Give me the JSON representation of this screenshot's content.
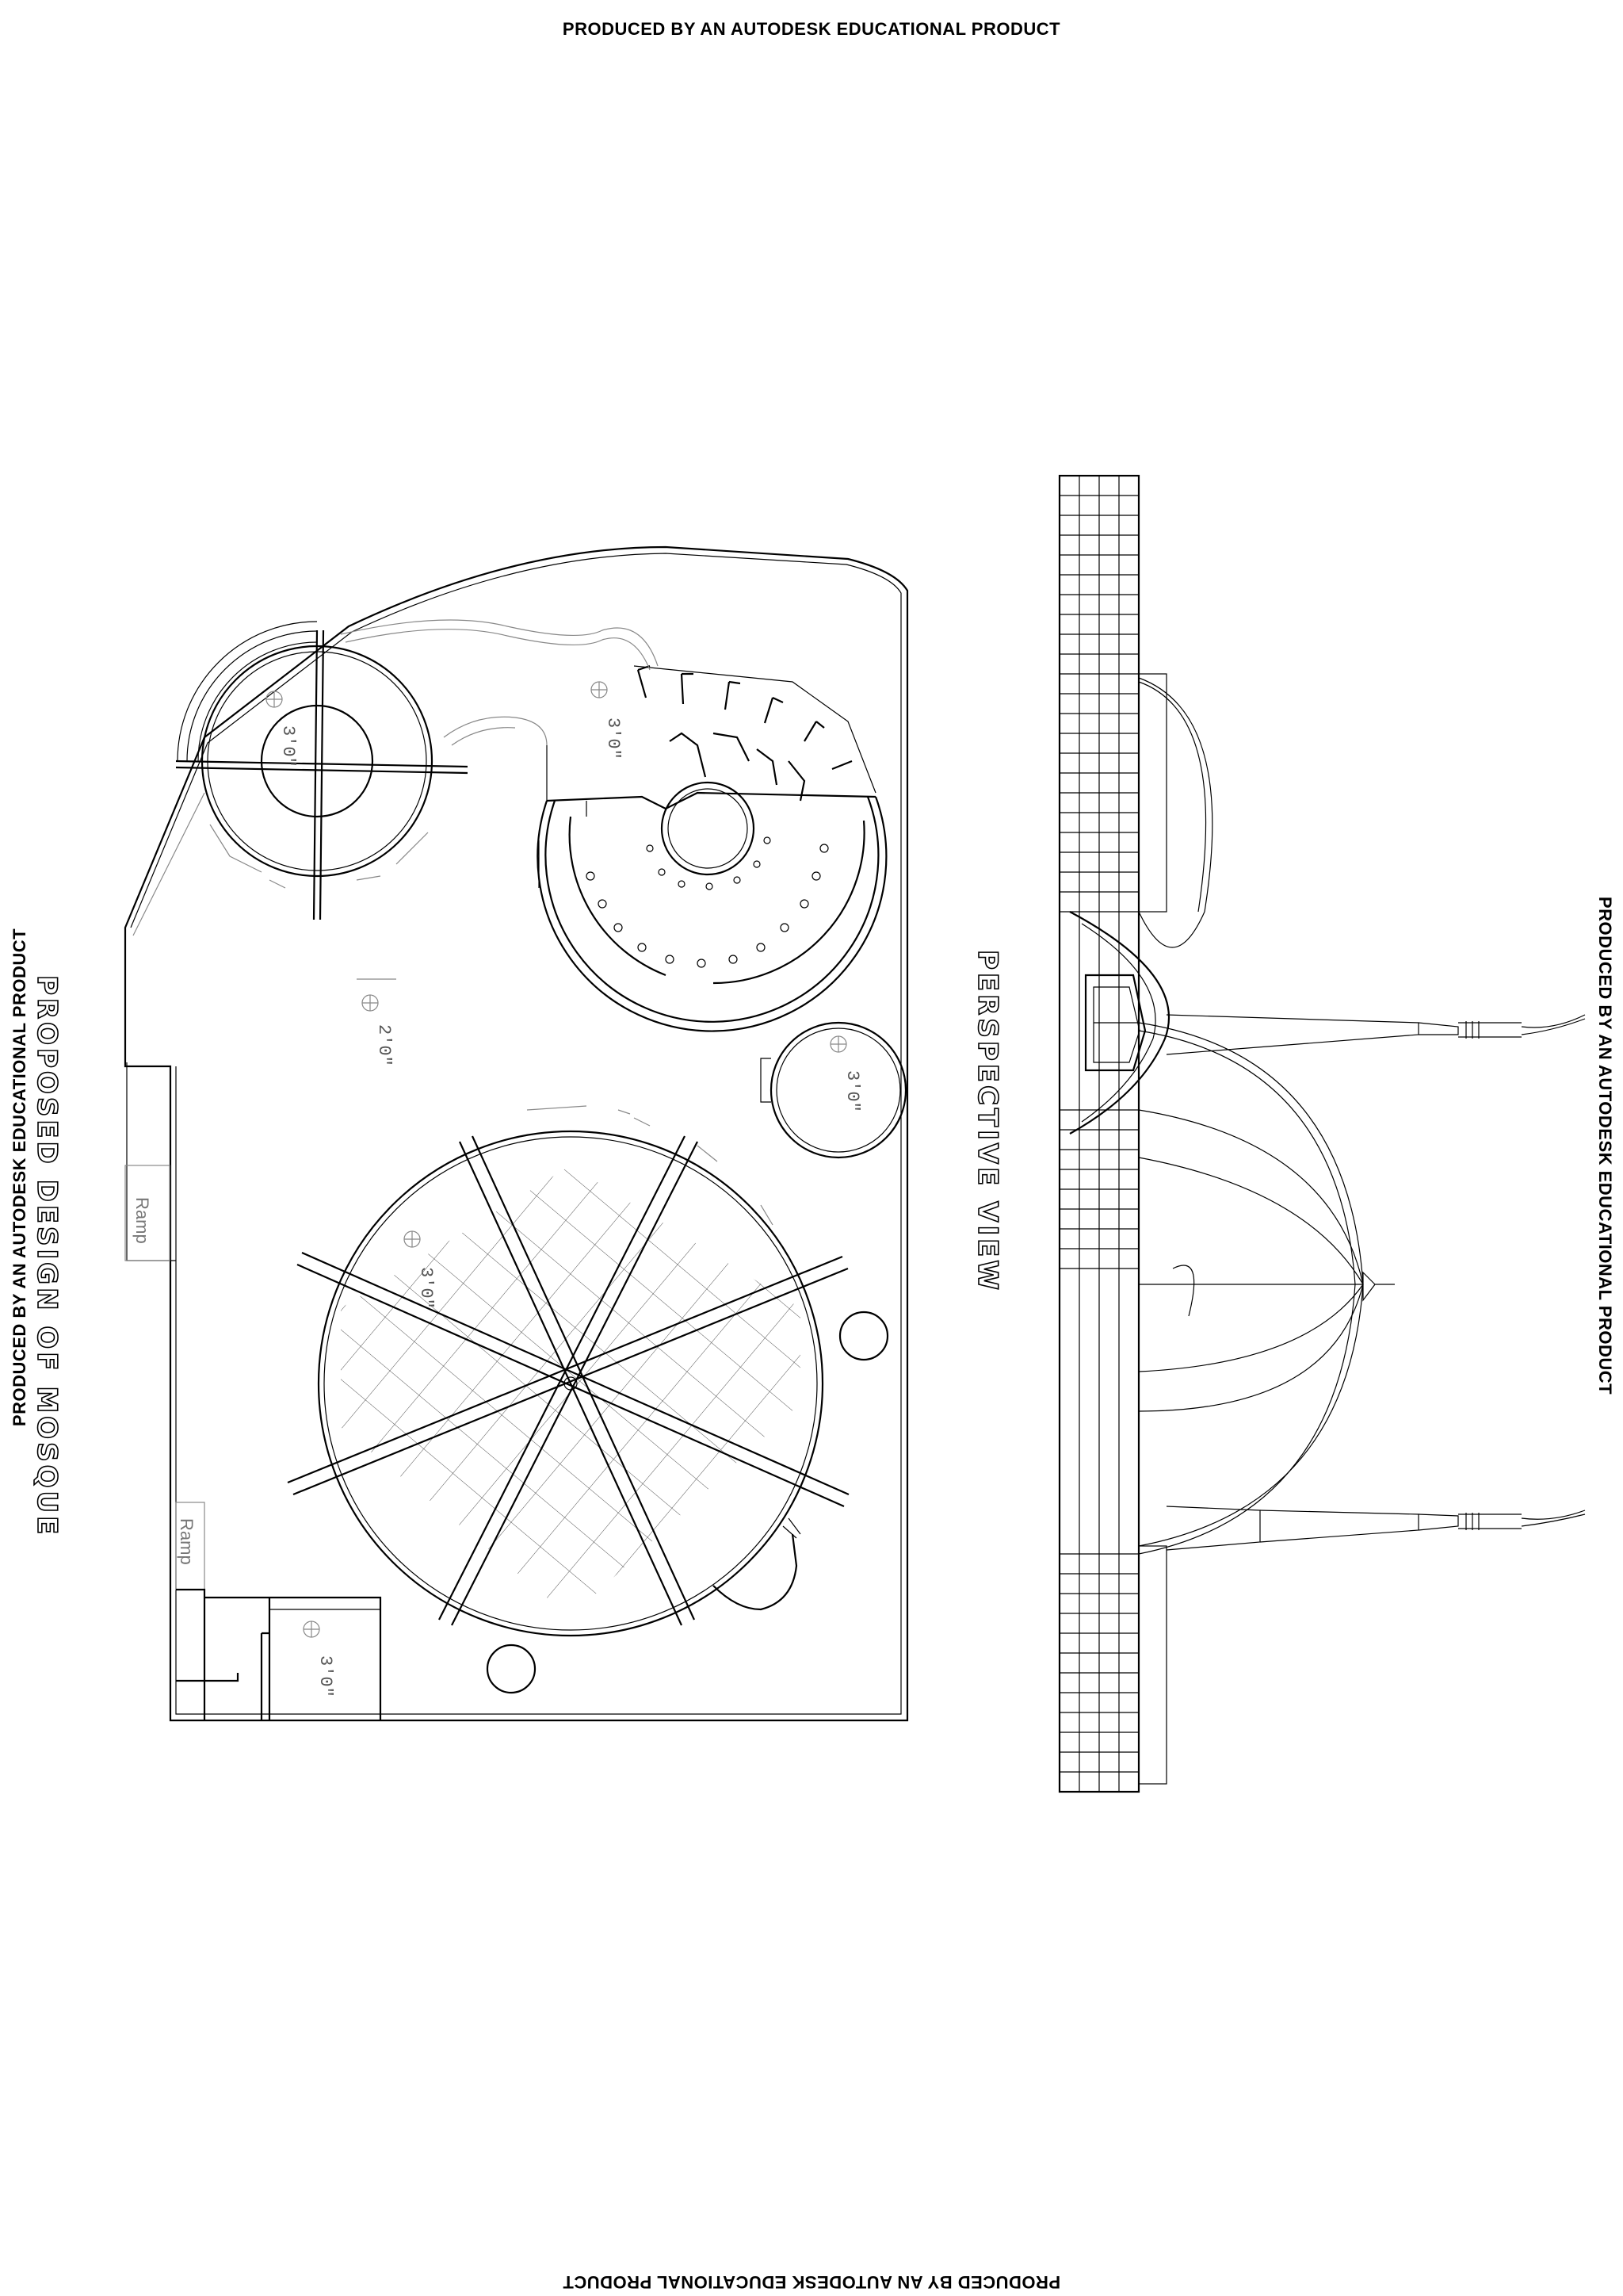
{
  "watermarks": {
    "top": "PRODUCED BY AN AUTODESK EDUCATIONAL PRODUCT",
    "bottom": "PRODUCED BY AN AUTODESK EDUCATIONAL PRODUCT",
    "left": "PRODUCED BY AN AUTODESK EDUCATIONAL PRODUCT",
    "right": "PRODUCED BY AN AUTODESK EDUCATIONAL PRODUCT"
  },
  "plan": {
    "title": "PROPOSED DESIGN OF MOSQUE",
    "ramp_labels": [
      "Ramp",
      "Ramp"
    ],
    "level_labels": [
      "3'0\"",
      "3'0\"",
      "2'0\"",
      "3'0\"",
      "3'0\"",
      "3'0\""
    ]
  },
  "elevation": {
    "title": "PERSPECTIVE VIEW"
  }
}
